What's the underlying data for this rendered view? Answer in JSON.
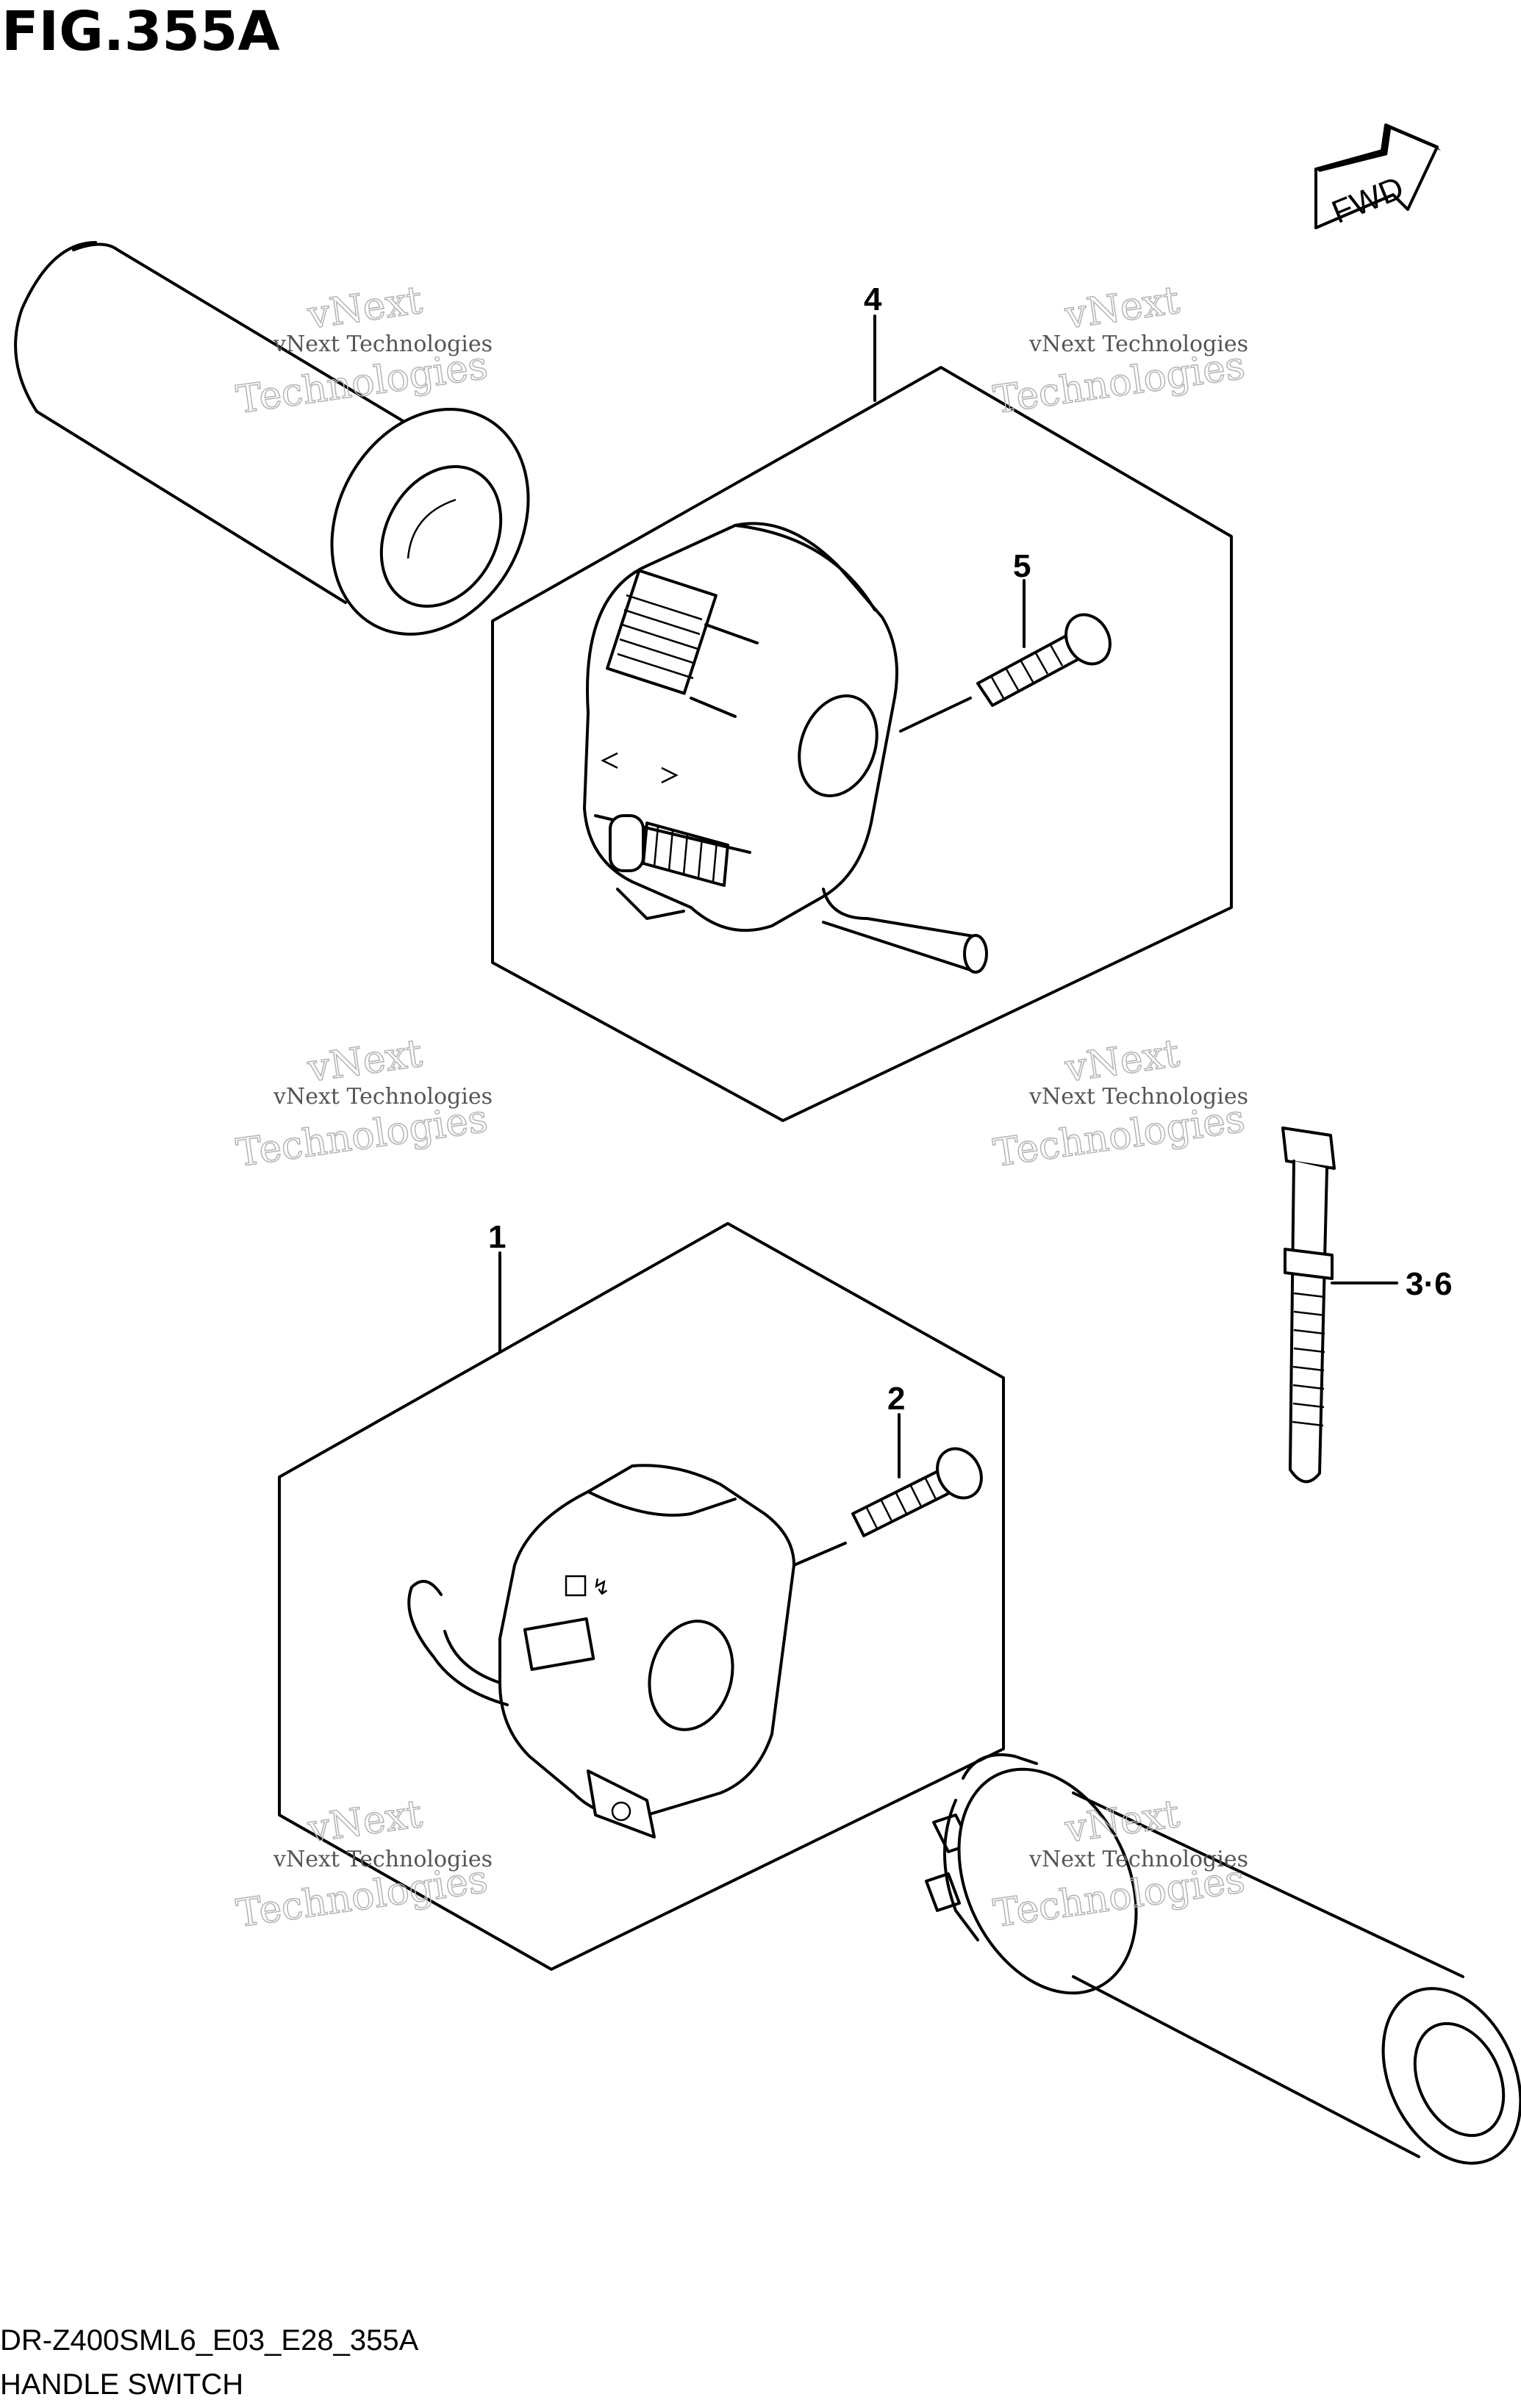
{
  "figure": {
    "title": "FIG.355A",
    "code": "DR-Z400SML6_E03_E28_355A",
    "name": "HANDLE SWITCH"
  },
  "direction_badge": {
    "label": "FWD",
    "icon": "forward-arrow-icon"
  },
  "callouts": [
    {
      "id": "c4",
      "label": "4"
    },
    {
      "id": "c5",
      "label": "5"
    },
    {
      "id": "c1",
      "label": "1"
    },
    {
      "id": "c2",
      "label": "2"
    },
    {
      "id": "c36",
      "label": "3·6"
    }
  ],
  "watermark": {
    "line": "vNext Technologies",
    "word1": "vNext",
    "word2": "Technologies"
  }
}
